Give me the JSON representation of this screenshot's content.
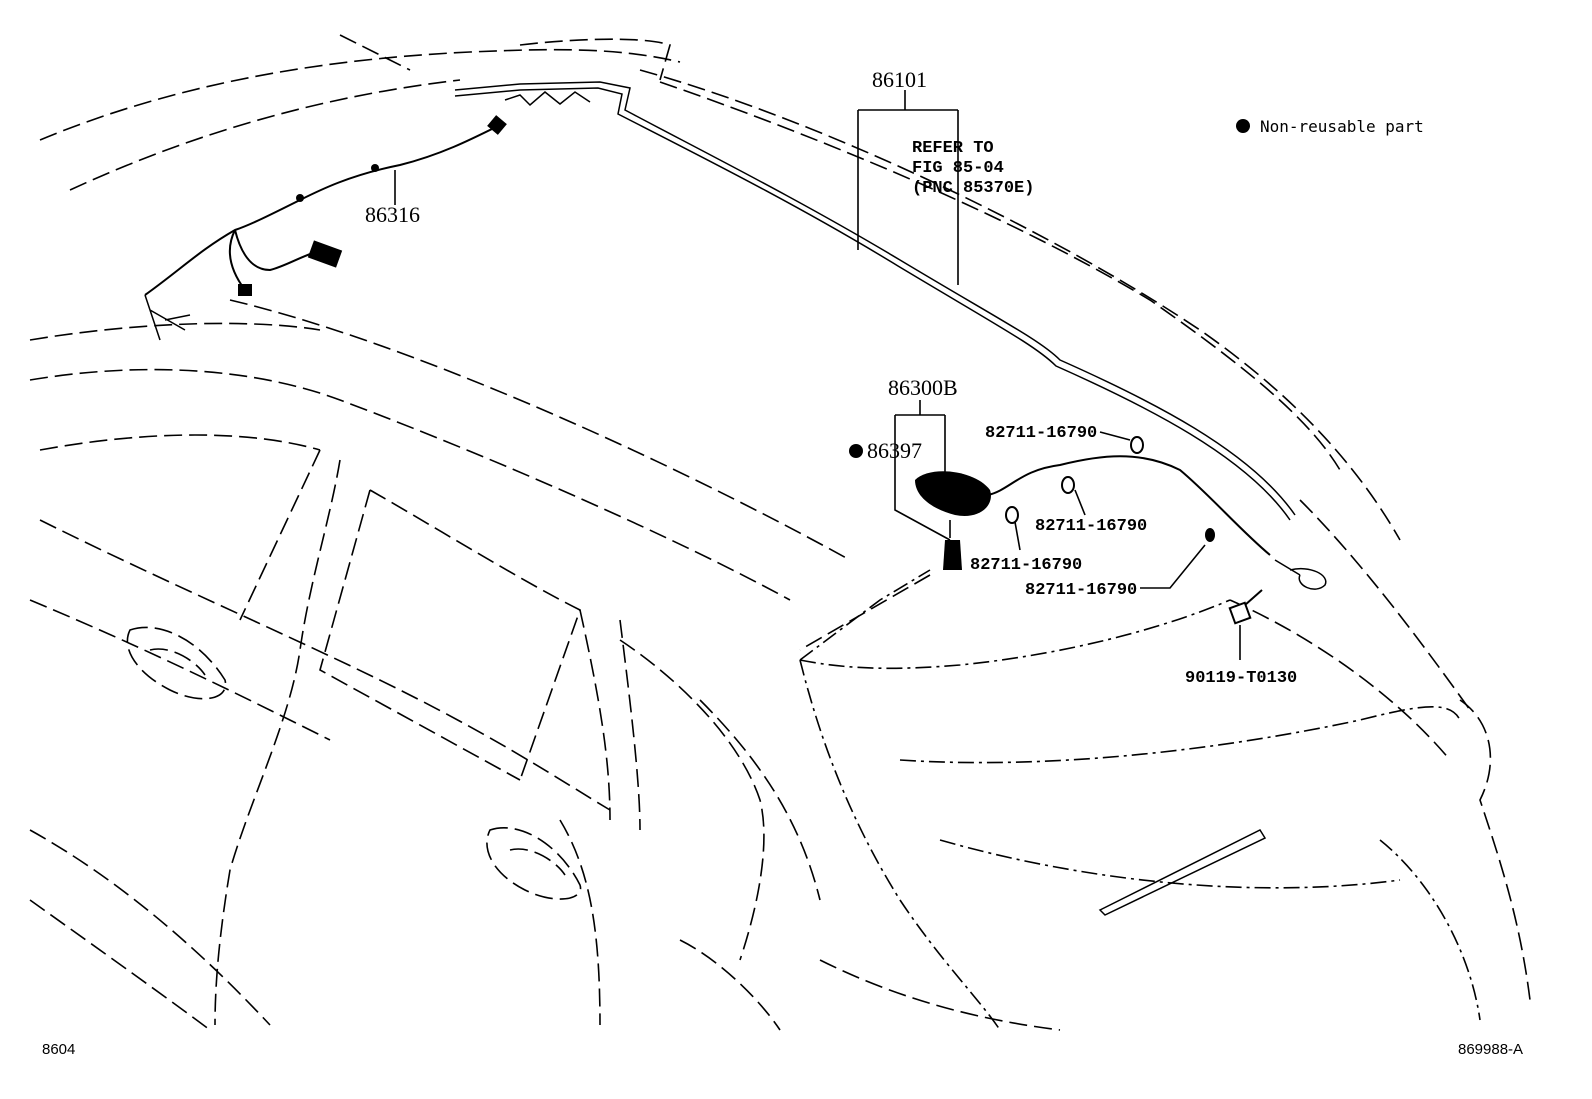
{
  "legend": {
    "text": "Non-reusable part"
  },
  "parts": {
    "p86101": "86101",
    "refer": {
      "line1": "REFER TO",
      "line2": "FIG 85-04",
      "line3": "(PNC 85370E)"
    },
    "p86316": "86316",
    "p86300b": "86300B",
    "p86397": "86397",
    "clip_a": "82711-16790",
    "clip_b": "82711-16790",
    "clip_c": "82711-16790",
    "clip_d": "82711-16790",
    "bolt": "90119-T0130"
  },
  "footer": {
    "left_code": "8604",
    "right_code": "869988-A"
  }
}
